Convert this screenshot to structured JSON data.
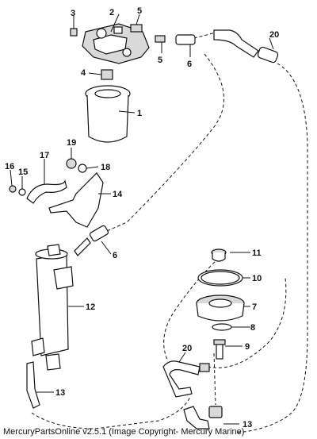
{
  "callouts": {
    "c1": "1",
    "c2": "2",
    "c3": "3",
    "c4": "4",
    "c5a": "5",
    "c5b": "5",
    "c6a": "6",
    "c6b": "6",
    "c7": "7",
    "c8": "8",
    "c9": "9",
    "c10": "10",
    "c11": "11",
    "c12": "12",
    "c13a": "13",
    "c13b": "13",
    "c14": "14",
    "c15": "15",
    "c16": "16",
    "c17": "17",
    "c18": "18",
    "c19": "19",
    "c20a": "20",
    "c20b": "20"
  },
  "footer": {
    "caption": "MercuryPartsOnline v2.5.1 (Image Copyright- Mercury Marine)"
  }
}
